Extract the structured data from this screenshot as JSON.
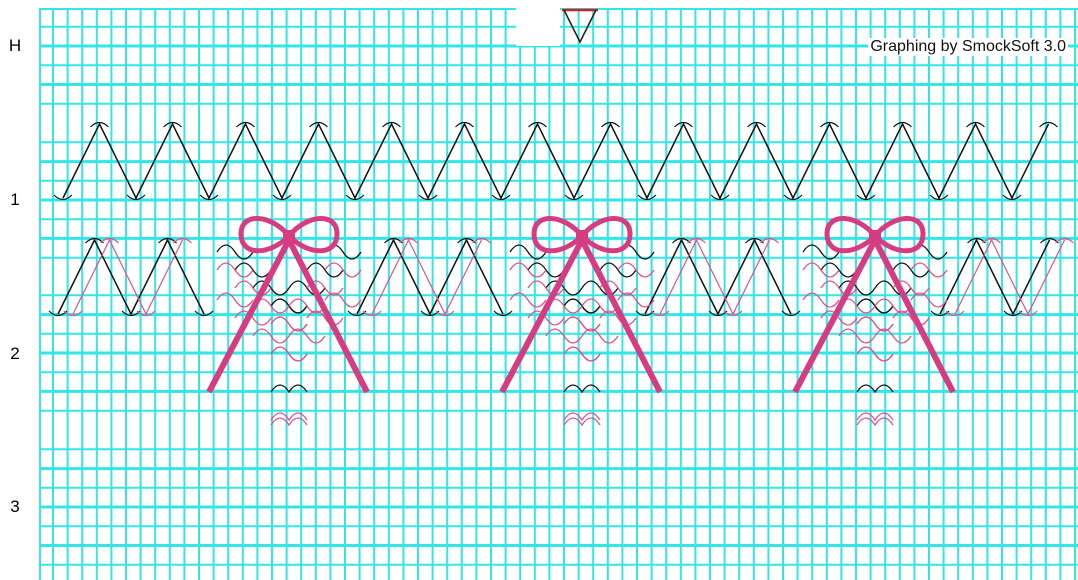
{
  "credit": "Graphing by SmockSoft 3.0",
  "row_labels": [
    "H",
    "1",
    "2",
    "3"
  ],
  "colors": {
    "grid": "#33e5e5",
    "black_stitch": "#111111",
    "pink_stitch": "#e0508a",
    "bow": "#d63c82",
    "marker": "#cc2222"
  },
  "icons": [
    "bow-icon",
    "pleat-marker-icon"
  ]
}
